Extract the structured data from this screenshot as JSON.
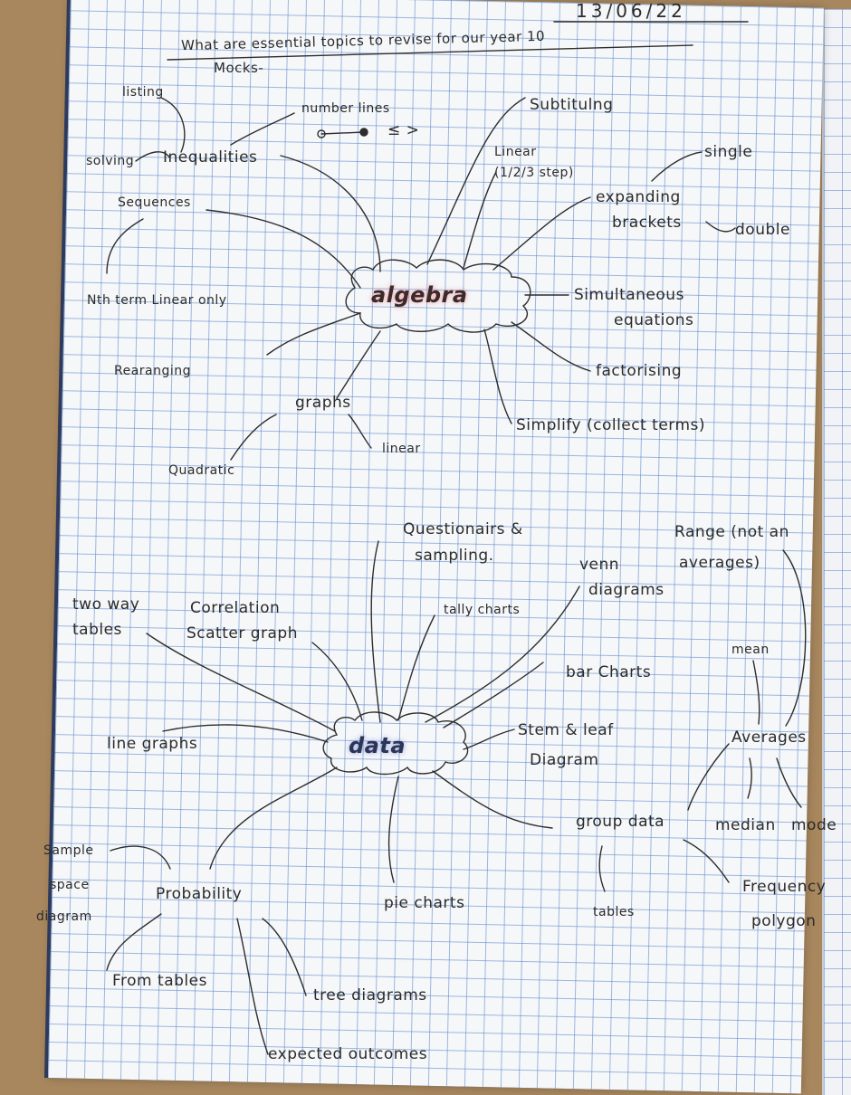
{
  "note": {
    "date": "13/06/22",
    "title_line1": "What are essential topics to revise for our year 10",
    "title_line2": "Mocks-",
    "inequality_symbols": "≤ >"
  },
  "algebra": {
    "hub": "algebra",
    "topics": {
      "listing": "listing",
      "number_lines": "number lines",
      "solving": "solving",
      "inequalities": "Inequalities",
      "subtituting": "Subtitulng",
      "linear": "Linear",
      "linear_steps": "(1/2/3 step)",
      "single": "single",
      "expanding": "expanding",
      "brackets": "brackets",
      "double": "double",
      "sequences": "Sequences",
      "nth_term": "Nth term Linear only",
      "simultaneous": "Simultaneous",
      "equations": "equations",
      "rearranging": "Rearanging",
      "factorising": "factorising",
      "graphs": "graphs",
      "simplify": "Simplify (collect terms)",
      "graph_linear": "linear",
      "quadratic": "Quadratic"
    }
  },
  "data": {
    "hub": "data",
    "topics": {
      "questionnaires_line1": "Questionairs &",
      "questionnaires_line2": "sampling.",
      "range_line1": "Range (not an",
      "range_line2": "averages)",
      "venn_line1": "venn",
      "venn_line2": "diagrams",
      "two_way_line1": "two way",
      "two_way_line2": "tables",
      "correlation": "Correlation",
      "scatter": "Scatter graph",
      "tally": "tally charts",
      "mean": "mean",
      "bar_charts": "bar Charts",
      "line_graphs": "line graphs",
      "stem_leaf_line1": "Stem & leaf",
      "stem_leaf_line2": "Diagram",
      "averages": "Averages",
      "sample_space_line1": "Sample",
      "sample_space_line2": "space",
      "sample_space_line3": "diagram",
      "group_data": "group data",
      "median": "median",
      "mode": "mode",
      "probability": "Probability",
      "pie_charts": "pie charts",
      "tables": "tables",
      "frequency_line1": "Frequency",
      "frequency_line2": "polygon",
      "from_tables": "From tables",
      "tree_diagrams": "tree diagrams",
      "expected_outcomes": "expected outcomes"
    }
  }
}
